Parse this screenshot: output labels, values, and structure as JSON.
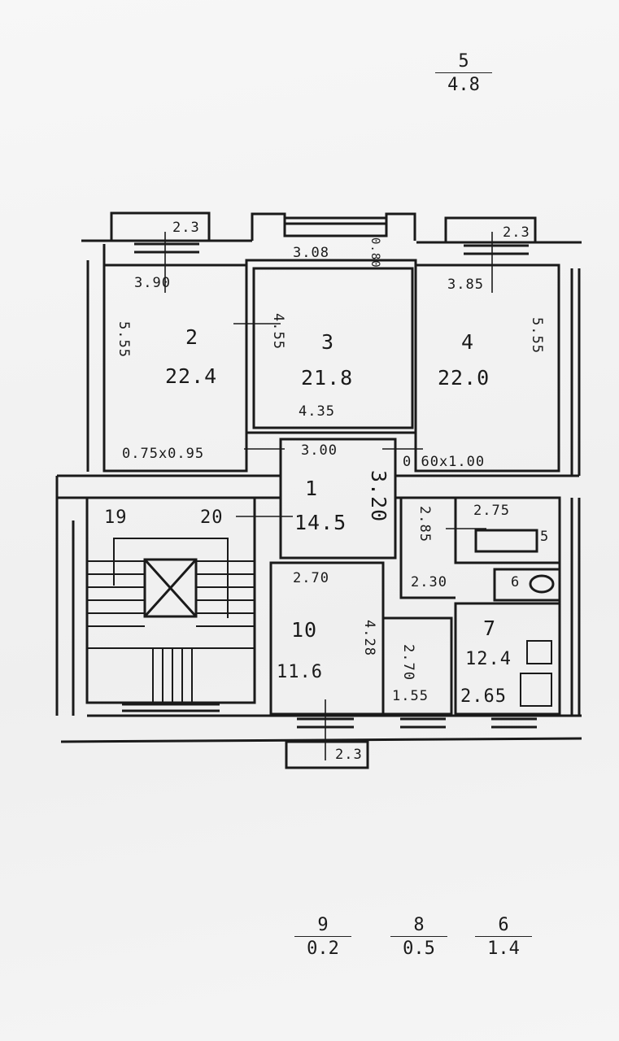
{
  "plan": {
    "rooms": [
      {
        "id": "1",
        "num": "1",
        "area": "14.5"
      },
      {
        "id": "2",
        "num": "2",
        "area": "22.4"
      },
      {
        "id": "3",
        "num": "3",
        "area": "21.8"
      },
      {
        "id": "4",
        "num": "4",
        "area": "22.0"
      },
      {
        "id": "5",
        "num": "5"
      },
      {
        "id": "6",
        "num": "6"
      },
      {
        "id": "7",
        "num": "7",
        "area": "12.4"
      },
      {
        "id": "10",
        "num": "10",
        "area": "11.6"
      }
    ],
    "dimensions": {
      "balcony_left": "2.3",
      "balcony_right": "2.3",
      "balcony_bottom": "2.3",
      "room2_width": "3.90",
      "room2_depth": "5.55",
      "room3_top": "3.08",
      "room3_niche": "0.80",
      "room3_depth": "4.55",
      "room3_bottom": "4.35",
      "room4_width": "3.85",
      "room4_depth": "5.55",
      "door_left": "0.75x0.95",
      "door_right": "0.60x1.00",
      "hall_width": "3.00",
      "hall_depth": "3.20",
      "stair_19": "19",
      "stair_20": "20",
      "room5_width": "2.75",
      "room5_depth": "2.85",
      "corridor_width": "2.30",
      "room10_width": "2.70",
      "room10_depth": "4.28",
      "small_depth": "2.70",
      "small_width": "1.55",
      "room7_width": "2.65"
    },
    "explication": [
      {
        "num": "5",
        "area": "4.8"
      },
      {
        "num": "9",
        "area": "0.2"
      },
      {
        "num": "8",
        "area": "0.5"
      },
      {
        "num": "6",
        "area": "1.4"
      }
    ]
  }
}
